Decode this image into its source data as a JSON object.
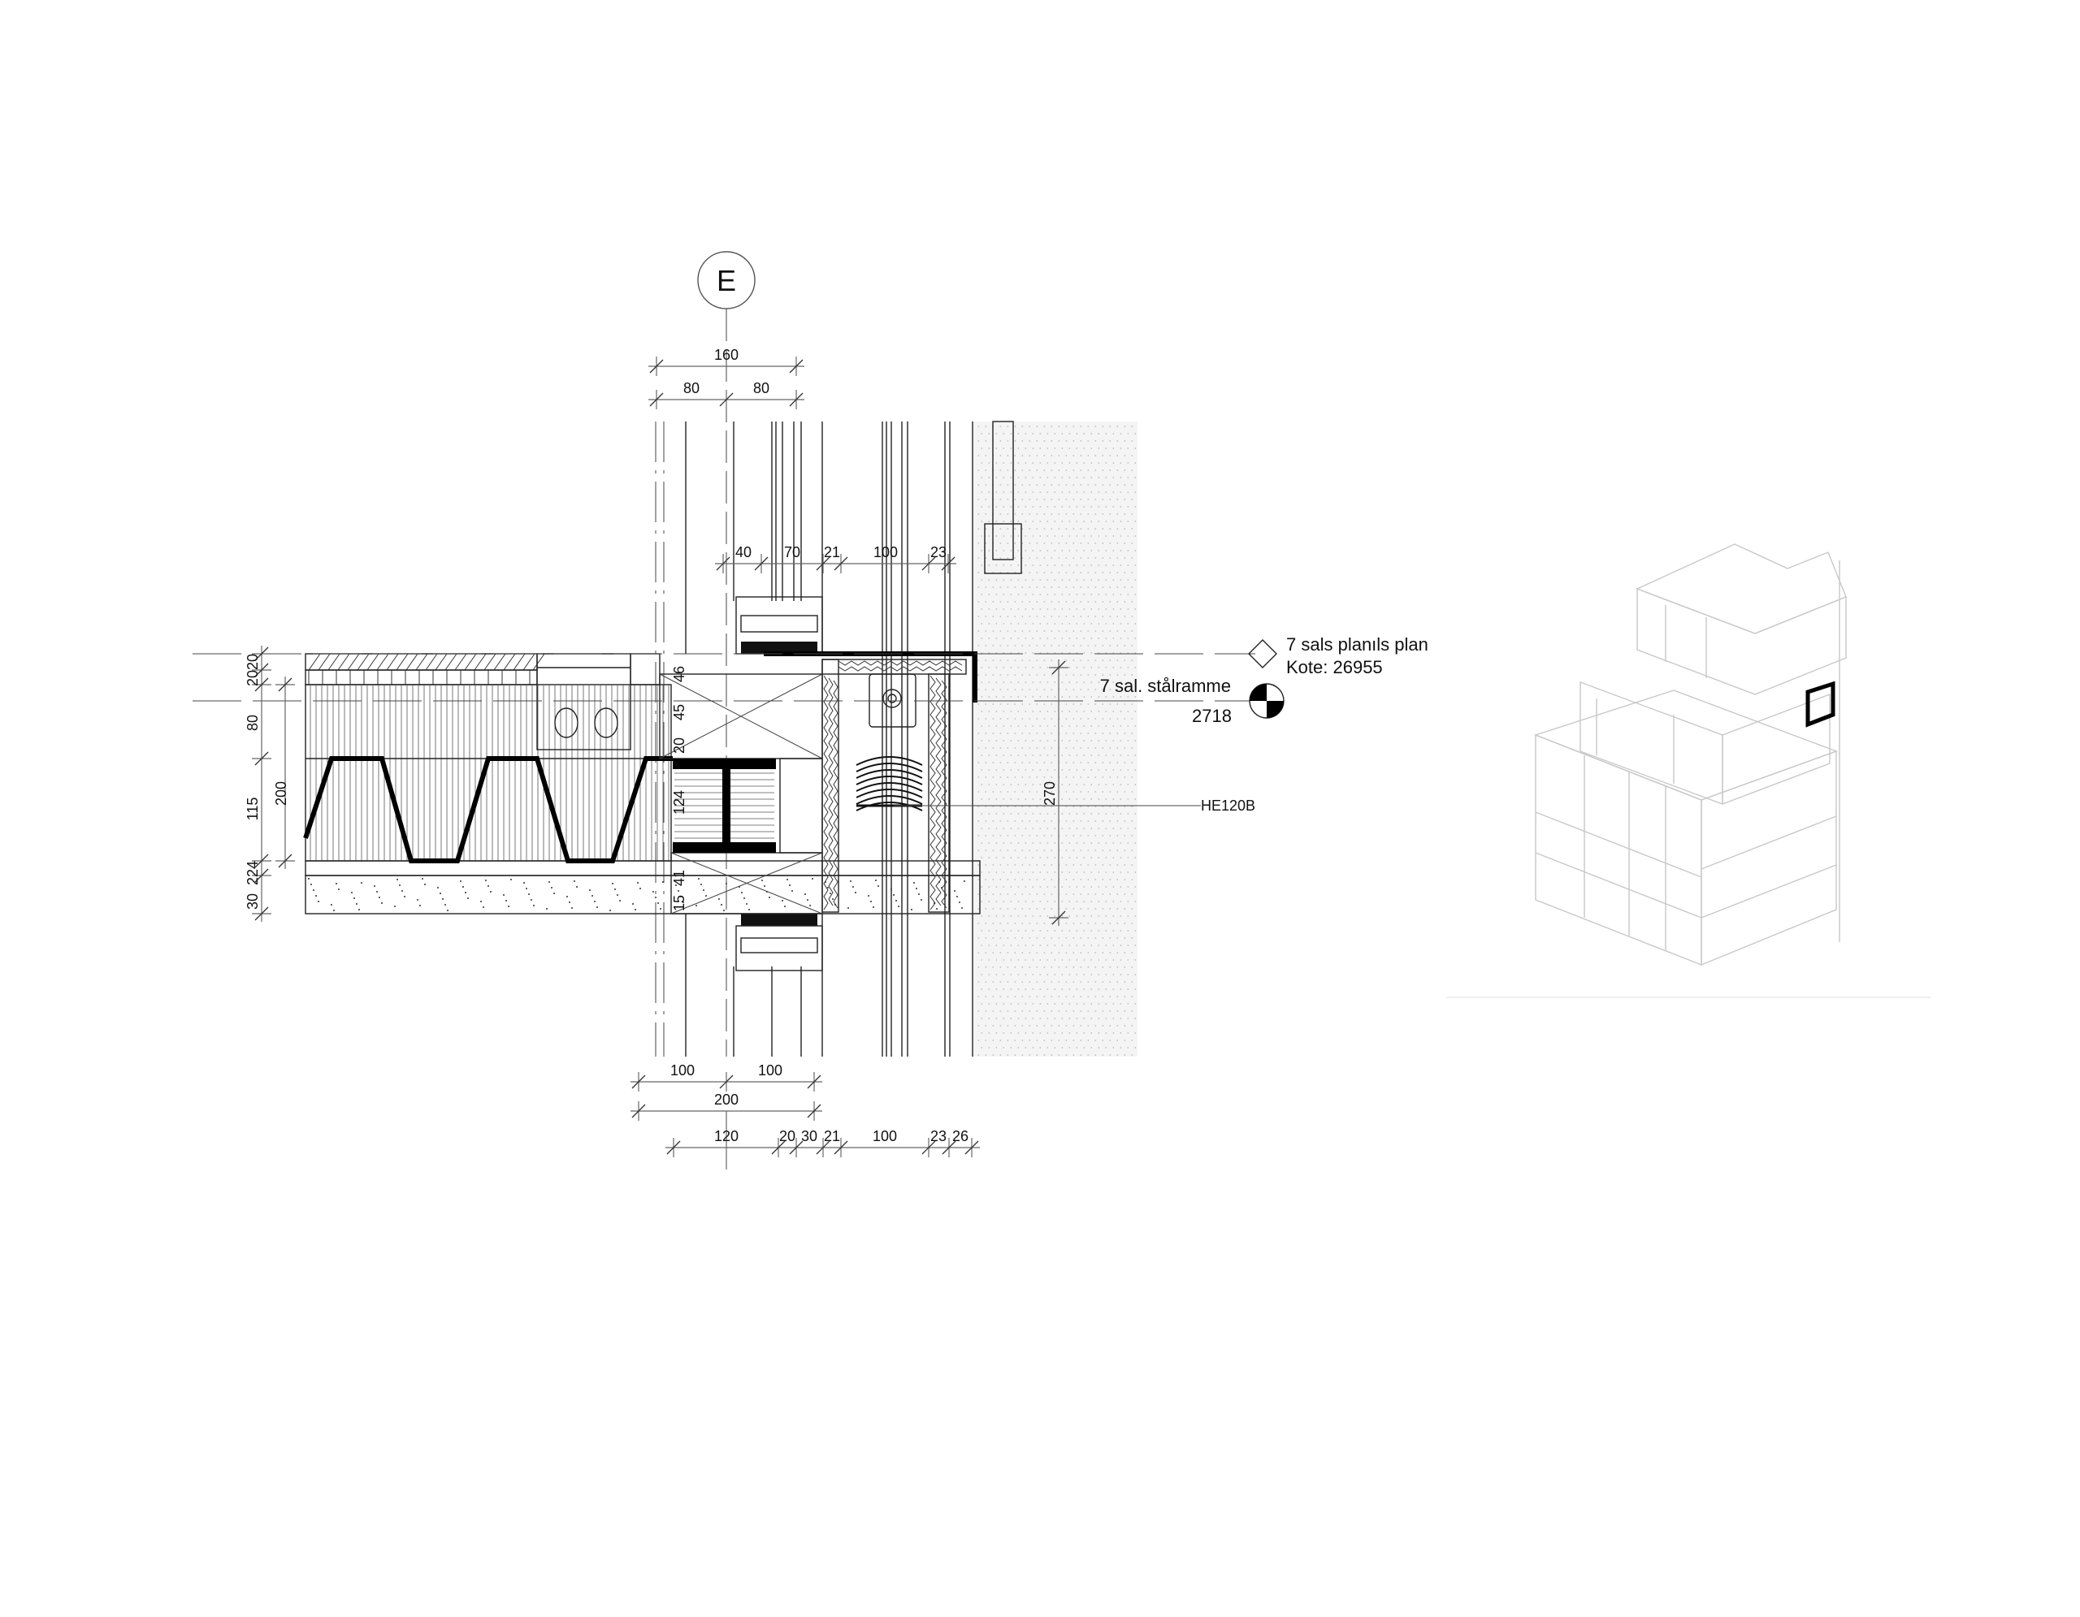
{
  "grid_axis": {
    "label": "E"
  },
  "dimensions_top": {
    "overall": "160",
    "halves": [
      "80",
      "80"
    ],
    "layers": [
      "40",
      "70",
      "21",
      "100",
      "23"
    ]
  },
  "dimensions_bottom": {
    "halves": [
      "100",
      "100"
    ],
    "overall": "200",
    "layers": [
      "120",
      "20",
      "30",
      "21",
      "100",
      "23",
      "26"
    ]
  },
  "dimensions_left": {
    "layers": [
      "2020",
      "80",
      "115",
      "224",
      "30"
    ],
    "slab_depth": "200"
  },
  "dimensions_internal": [
    "46",
    "45",
    "20",
    "124",
    "41",
    "15"
  ],
  "dimension_right": "270",
  "levels": [
    {
      "title": "7 sals planıls plan",
      "value": "Kote: 26955"
    },
    {
      "title": "7 sal. stålramme",
      "value": "2718"
    }
  ],
  "beam_label": "HE120B",
  "colors": {
    "line": "#222222",
    "concrete": "#f2f2f2",
    "iso_lines": "#c8c8c8",
    "highlight": "#000000"
  }
}
